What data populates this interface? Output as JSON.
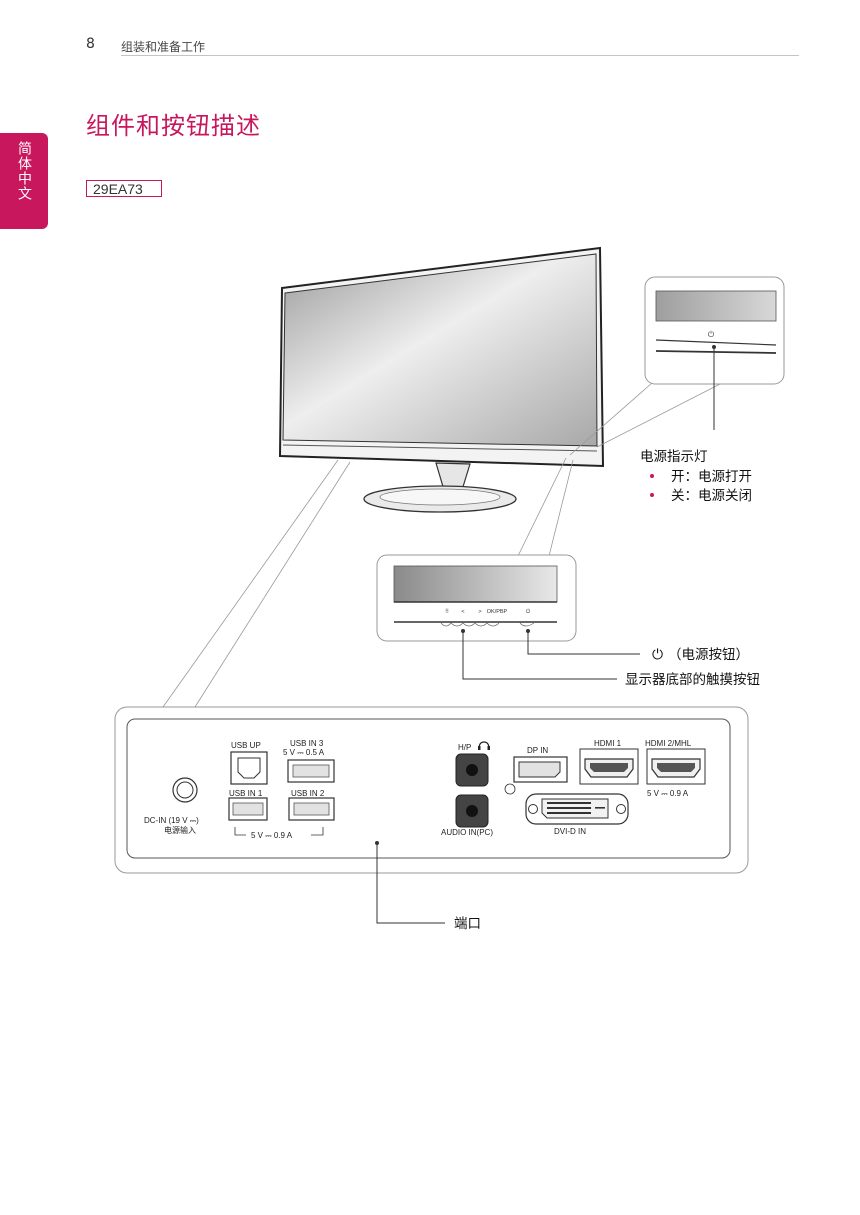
{
  "header": {
    "page_number": "8",
    "running_title": "组装和准备工作"
  },
  "section": {
    "title": "组件和按钮描述",
    "side_tab_label": "简体中文",
    "model": "29EA73"
  },
  "callouts": {
    "power_indicator": {
      "title": "电源指示灯",
      "items": [
        "开：电源打开",
        "关：电源关闭"
      ],
      "bullet_color": "#c8175d"
    },
    "power_button": "（电源按钮）",
    "touch_buttons": "显示器底部的触摸按钮",
    "ports": "端口"
  },
  "front_buttons": [
    "⠿",
    "<",
    ">",
    "OK/PBP",
    "⏻"
  ],
  "port_labels": {
    "usb_up": "USB UP",
    "usb_in3": "USB IN 3",
    "usb_in3_rating": "5 V ⎓ 0.5 A",
    "usb_in1": "USB IN 1",
    "usb_in2": "USB IN 2",
    "usb_rating": "5 V ⎓ 0.9 A",
    "dc_in": "DC-IN (19 V ⎓)",
    "dc_in_cn": "电源输入",
    "hp": "H/P",
    "audio_in": "AUDIO IN(PC)",
    "dp_in": "DP IN",
    "hdmi1": "HDMI 1",
    "hdmi2": "HDMI  2/MHL",
    "hdmi_rating": "5 V ⎓ 0.9 A",
    "dvi": "DVI-D IN"
  },
  "colors": {
    "accent": "#c8175d",
    "line": "#333333",
    "panel_outline": "#999999"
  }
}
